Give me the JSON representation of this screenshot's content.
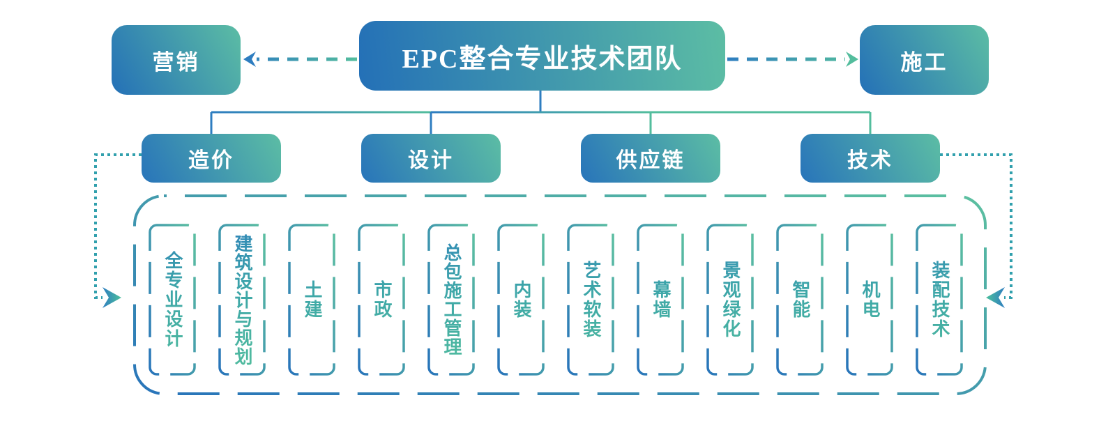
{
  "diagram": {
    "root": {
      "label": "EPC整合专业技术团队"
    },
    "left_node": {
      "label": "营销"
    },
    "right_node": {
      "label": "施工"
    },
    "branches": [
      {
        "label": "造价"
      },
      {
        "label": "设计"
      },
      {
        "label": "供应链"
      },
      {
        "label": "技术"
      }
    ],
    "specialties": [
      {
        "label": "全专业设计"
      },
      {
        "label": "建筑设计与规划"
      },
      {
        "label": "土建"
      },
      {
        "label": "市政"
      },
      {
        "label": "总包施工管理"
      },
      {
        "label": "内装"
      },
      {
        "label": "艺术软装"
      },
      {
        "label": "幕墙"
      },
      {
        "label": "景观绿化"
      },
      {
        "label": "智能"
      },
      {
        "label": "机电"
      },
      {
        "label": "装配技术"
      }
    ],
    "colors": {
      "gradient_blue": "#2470b7",
      "gradient_green": "#5cbda4",
      "dotted_teal": "#31a0ad",
      "node_text": "#ffffff",
      "background": "#ffffff"
    }
  }
}
